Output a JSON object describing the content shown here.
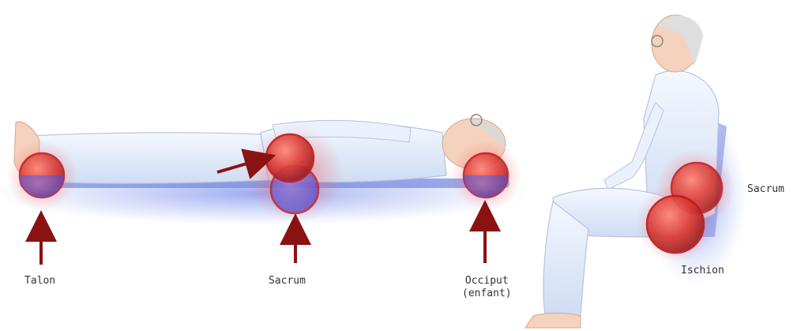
{
  "labels": {
    "talon": "Talon",
    "sacrum_lying": "Sacrum",
    "occiput_line1": "Occiput",
    "occiput_line2": "(enfant)",
    "sacrum_seated": "Sacrum",
    "ischion": "Ischion"
  },
  "colors": {
    "pressure": "#e03030",
    "arrow": "#8a1212",
    "surface": "#6f86e0",
    "clothing": "#e6eefb",
    "skin": "#f4d2bd"
  }
}
